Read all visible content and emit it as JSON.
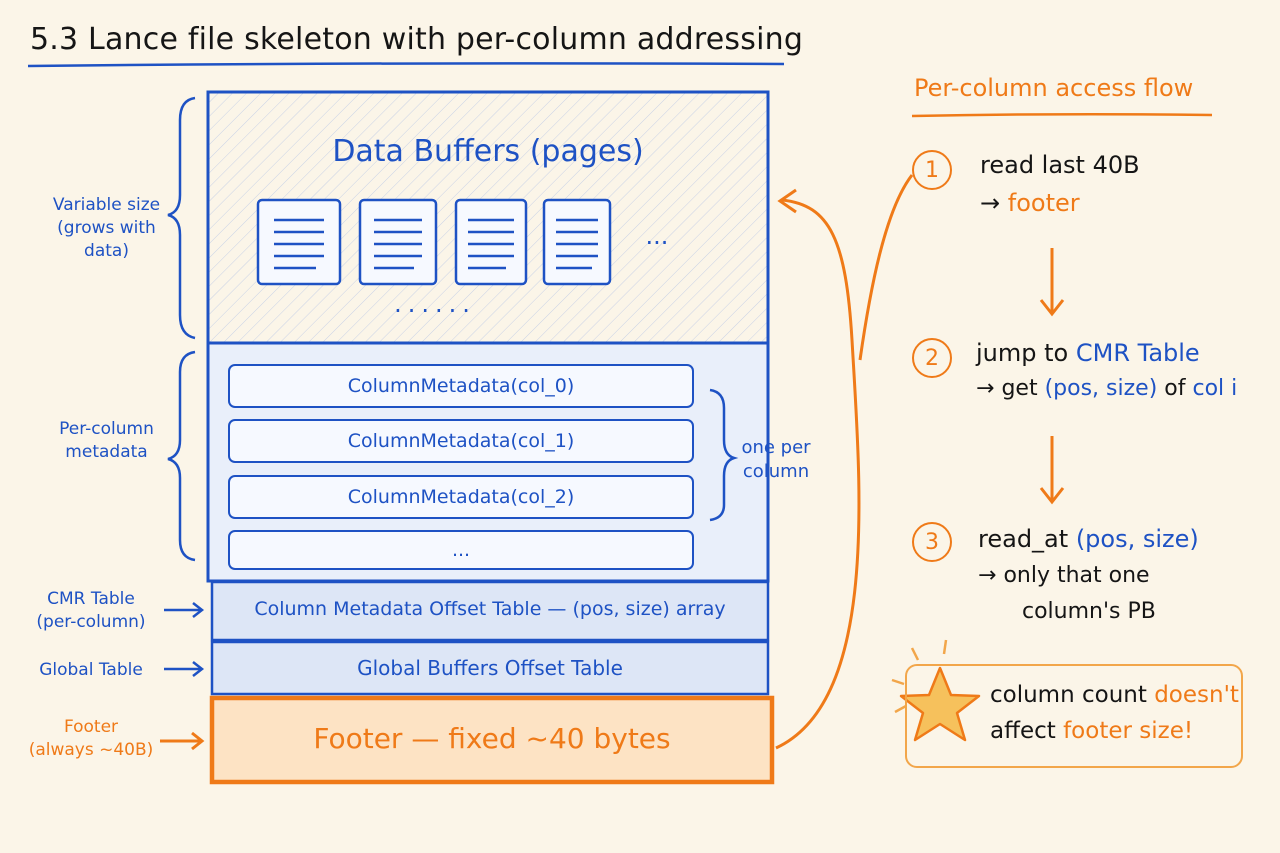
{
  "title": "5.3 Lance file skeleton with per-column addressing",
  "side_labels": {
    "variable_size": [
      "Variable size",
      "(grows with",
      "data)"
    ],
    "per_column_metadata": [
      "Per-column",
      "metadata"
    ],
    "cmr_table": [
      "CMR Table",
      "(per-column)"
    ],
    "global_table": "Global Table",
    "footer": [
      "Footer",
      "(always ~40B)"
    ]
  },
  "data_buffers": {
    "title": "Data Buffers (pages)",
    "ellipsis_right": "...",
    "ellipsis_bottom": "......"
  },
  "column_metadata": {
    "rows": [
      "ColumnMetadata(col_0)",
      "ColumnMetadata(col_1)",
      "ColumnMetadata(col_2)",
      "..."
    ],
    "brace_label": [
      "one per",
      "column"
    ]
  },
  "cmo_table": "Column Metadata Offset Table — (pos, size) array",
  "global_buffers_table": "Global Buffers Offset Table",
  "footer": "Footer — fixed ~40 bytes",
  "flow": {
    "heading": "Per-column access flow",
    "steps": [
      {
        "num": "1",
        "line1": "read last 40B",
        "arrow": "→",
        "line2": "footer"
      },
      {
        "num": "2",
        "line1_prefix": "jump to",
        "line1_highlight": "CMR Table",
        "arrow": "→",
        "line2_prefix": "get",
        "line2_highlight": "(pos, size)",
        "line2_mid": "of",
        "line2_highlight2": "col i"
      },
      {
        "num": "3",
        "line1_prefix": "read_at",
        "line1_highlight": "(pos, size)",
        "arrow": "→",
        "line2": "only that one",
        "line3": "column's PB"
      }
    ],
    "note": {
      "line1_prefix": "column count",
      "line1_highlight": "doesn't",
      "line2_prefix": "affect",
      "line2_highlight": "footer size!"
    }
  },
  "colors": {
    "blue": "#1e52c4",
    "orange": "#ef7a18",
    "background": "#fbf5e8"
  }
}
